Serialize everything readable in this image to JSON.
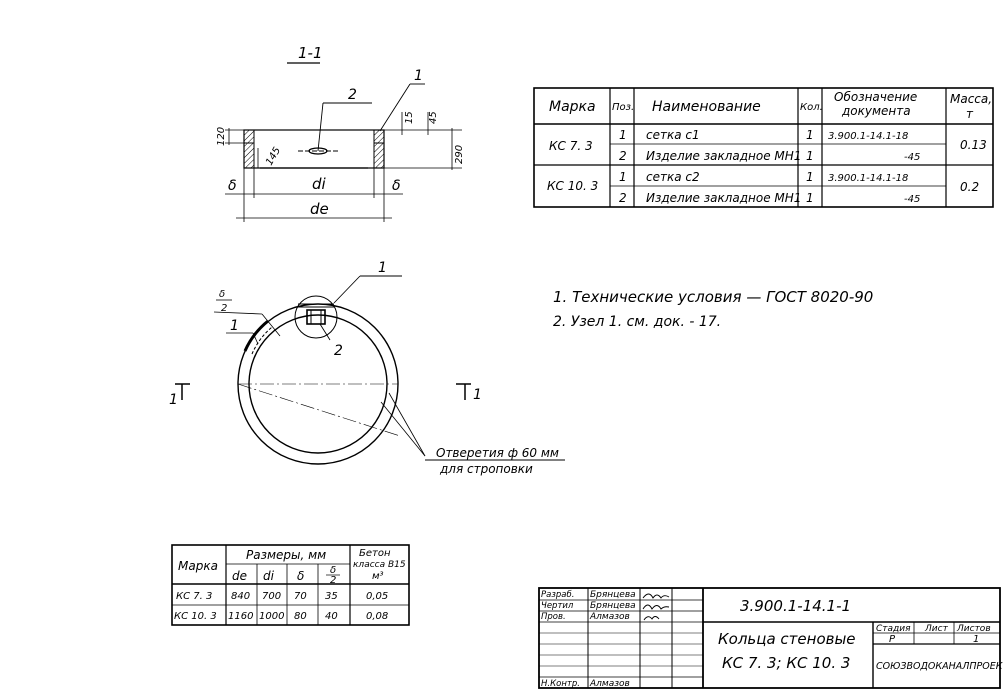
{
  "section_label": "1-1",
  "callouts": {
    "one": "1",
    "two": "2",
    "one_b": "1",
    "two_b": "2",
    "one_c": "1",
    "section_left": "1",
    "section_right": "1"
  },
  "section_dims": {
    "h120": "120",
    "h15": "15",
    "h45": "45",
    "h290": "290",
    "h145": "145",
    "delta_left": "δ",
    "delta_right": "δ",
    "di": "di",
    "de": "de",
    "delta_half_num": "δ",
    "delta_half_den": "2"
  },
  "holes_note": {
    "line1": "Отверетия ф 60 мм",
    "line2": "для строповки"
  },
  "notes": [
    "1. Технические условия   — ГОСТ 8020-90",
    "2. Узел 1. см. док. - 17."
  ],
  "spec_table": {
    "headers": {
      "mark": "Марка",
      "pos": "Поз.",
      "name": "Наименование",
      "qty": "Кол.",
      "doc_line1": "Обозначение",
      "doc_line2": "документа",
      "mass_line1": "Масса,",
      "mass_line2": "т"
    },
    "groups": [
      {
        "mark": "КС 7. 3",
        "mass": "0.13",
        "rows": [
          {
            "pos": "1",
            "name": "сетка с1",
            "qty": "1",
            "doc": "3.900.1-14.1-18"
          },
          {
            "pos": "2",
            "name": "Изделие закладное МН1",
            "qty": "1",
            "doc": "-45"
          }
        ]
      },
      {
        "mark": "КС 10. 3",
        "mass": "0.2",
        "rows": [
          {
            "pos": "1",
            "name": "сетка с2",
            "qty": "1",
            "doc": "3.900.1-14.1-18"
          },
          {
            "pos": "2",
            "name": "Изделие закладное МН1",
            "qty": "1",
            "doc": "-45"
          }
        ]
      }
    ]
  },
  "dims_table": {
    "headers": {
      "mark": "Марка",
      "sizes": "Размеры, мм",
      "de": "de",
      "di": "di",
      "delta": "δ",
      "half_num": "δ",
      "half_den": "2",
      "concrete_line1": "Бетон",
      "concrete_line2": "класса В15",
      "concrete_line3": "м³"
    },
    "rows": [
      {
        "mark": "КС 7. 3",
        "de": "840",
        "di": "700",
        "delta": "70",
        "half": "35",
        "vol": "0,05"
      },
      {
        "mark": "КС 10. 3",
        "de": "1160",
        "di": "1000",
        "delta": "80",
        "half": "40",
        "vol": "0,08"
      }
    ]
  },
  "title_block": {
    "code": "3.900.1-14.1-1",
    "title_line1": "Кольца стеновые",
    "title_line2": "КС 7. 3;   КС 10. 3",
    "stage_label": "Стадия",
    "sheet_label": "Лист",
    "sheets_label": "Листов",
    "stage": "Р",
    "sheets": "1",
    "org": "СОЮЗВОДОКАНАЛПРОЕКТ",
    "staff": [
      {
        "role": "Разраб.",
        "name": "Брянцева"
      },
      {
        "role": "Чертил",
        "name": "Брянцева"
      },
      {
        "role": "Пров.",
        "name": "Алмазов"
      }
    ],
    "control": {
      "role": "Н.Контр.",
      "name": "Алмазов"
    }
  }
}
